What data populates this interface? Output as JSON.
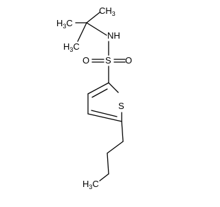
{
  "molecule": {
    "atoms": {
      "nitrogen": "NH",
      "sulfur_sulfonyl": "S",
      "oxygen_left": "O",
      "oxygen_right": "O",
      "sulfur_ring": "S",
      "methyl_top_right": {
        "main": "CH",
        "sub": "3"
      },
      "methyl_left_top": {
        "main": "H",
        "sub": "3",
        "tail": "C"
      },
      "methyl_left_bottom": {
        "main": "H",
        "sub": "3",
        "tail": "C"
      },
      "methyl_butyl": {
        "main": "H",
        "sub": "3",
        "tail": "C"
      }
    }
  }
}
